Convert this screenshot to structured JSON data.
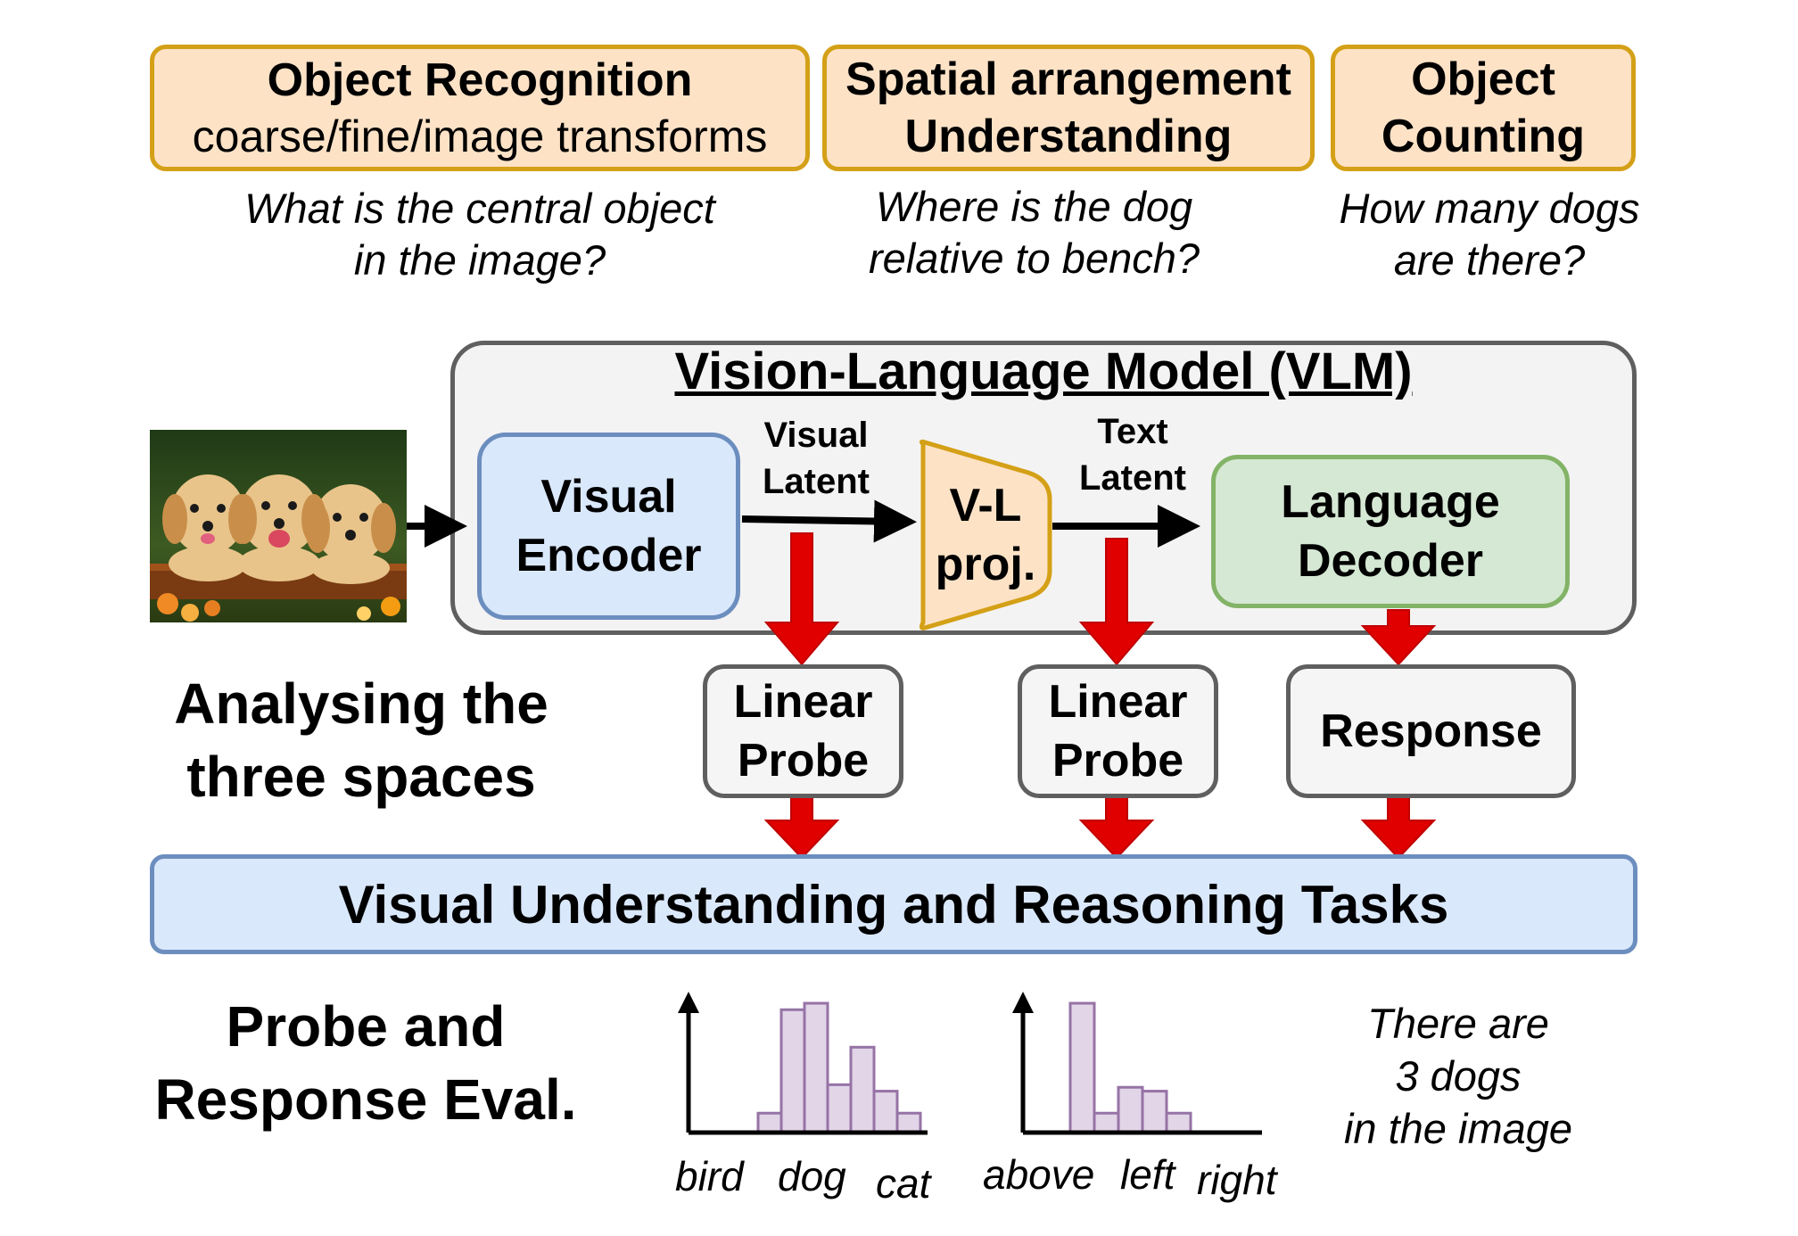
{
  "tasks": [
    {
      "title": "Object Recognition",
      "subtitle": "coarse/fine/image transforms",
      "question_lines": [
        "What is the central object",
        "in the image?"
      ]
    },
    {
      "title_lines": [
        "Spatial arrangement",
        "Understanding"
      ],
      "question_lines": [
        "Where is the dog",
        "relative to bench?"
      ]
    },
    {
      "title_lines": [
        "Object",
        "Counting"
      ],
      "question_lines": [
        "How many dogs",
        "are there?"
      ]
    }
  ],
  "vlm": {
    "title": "Vision-Language Model (VLM)",
    "encoder_lines": [
      "Visual",
      "Encoder"
    ],
    "projector_lines": [
      "V-L",
      "proj."
    ],
    "decoder_lines": [
      "Language",
      "Decoder"
    ],
    "visual_latent_lines": [
      "Visual",
      "Latent"
    ],
    "text_latent_lines": [
      "Text",
      "Latent"
    ]
  },
  "analysis": {
    "label_lines": [
      "Analysing the",
      "three spaces"
    ],
    "probe1_lines": [
      "Linear",
      "Probe"
    ],
    "probe2_lines": [
      "Linear",
      "Probe"
    ],
    "response": "Response"
  },
  "tasks_bar": "Visual Understanding and Reasoning Tasks",
  "evaluation": {
    "label_lines": [
      "Probe and",
      "Response Eval."
    ],
    "hist1_labels": [
      "bird",
      "dog",
      "cat"
    ],
    "hist2_labels": [
      "above",
      "left",
      "right"
    ],
    "answer_lines": [
      "There are",
      "3 dogs",
      "in the image"
    ]
  },
  "chart_data": [
    {
      "type": "bar",
      "categories": [],
      "values": [
        0.15,
        0.95,
        1.0,
        0.37,
        0.66,
        0.32,
        0.15
      ],
      "xlabel": "",
      "ylabel": ""
    },
    {
      "type": "bar",
      "categories": [],
      "values": [
        1.0,
        0.15,
        0.35,
        0.32,
        0.15
      ],
      "xlabel": "",
      "ylabel": ""
    }
  ],
  "colors": {
    "task_fill": "#fde2c6",
    "task_border": "#d4a017",
    "encoder_fill": "#dae8fc",
    "encoder_border": "#6c8ebf",
    "decoder_fill": "#d5e8d4",
    "decoder_border": "#82b366",
    "arrow_red": "#e00000",
    "bar_fill": "#e1d5e7",
    "bar_border": "#9673a6"
  }
}
